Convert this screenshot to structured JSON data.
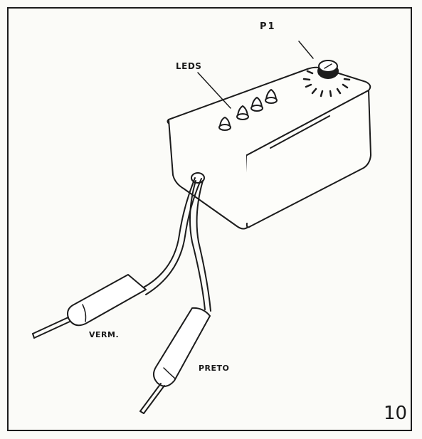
{
  "figure": {
    "labels": {
      "p1": "P1",
      "leds": "LEDS",
      "verm": "VERM.",
      "preto": "PRETO"
    },
    "figure_number": "10"
  }
}
